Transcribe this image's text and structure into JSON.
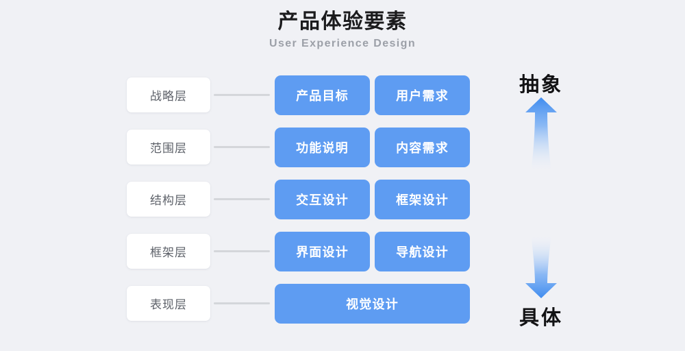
{
  "header": {
    "title": "产品体验要素",
    "subtitle": "User Experience Design"
  },
  "colors": {
    "background": "#f0f1f5",
    "card_blue": "#5e9cf2",
    "label_white": "#ffffff",
    "connector_gray": "#d4d6da",
    "title_black": "#1b1b1d",
    "subtitle_gray": "#9ca0a8",
    "label_text": "#5d6169"
  },
  "layers": [
    {
      "label": "战略层",
      "cards": [
        "产品目标",
        "用户需求"
      ]
    },
    {
      "label": "范围层",
      "cards": [
        "功能说明",
        "内容需求"
      ]
    },
    {
      "label": "结构层",
      "cards": [
        "交互设计",
        "框架设计"
      ]
    },
    {
      "label": "框架层",
      "cards": [
        "界面设计",
        "导航设计"
      ]
    },
    {
      "label": "表现层",
      "cards": [
        "视觉设计"
      ]
    }
  ],
  "axis": {
    "top_label": "抽象",
    "bottom_label": "具体",
    "up_arrow_icon": "arrow-up-icon",
    "down_arrow_icon": "arrow-down-icon"
  }
}
